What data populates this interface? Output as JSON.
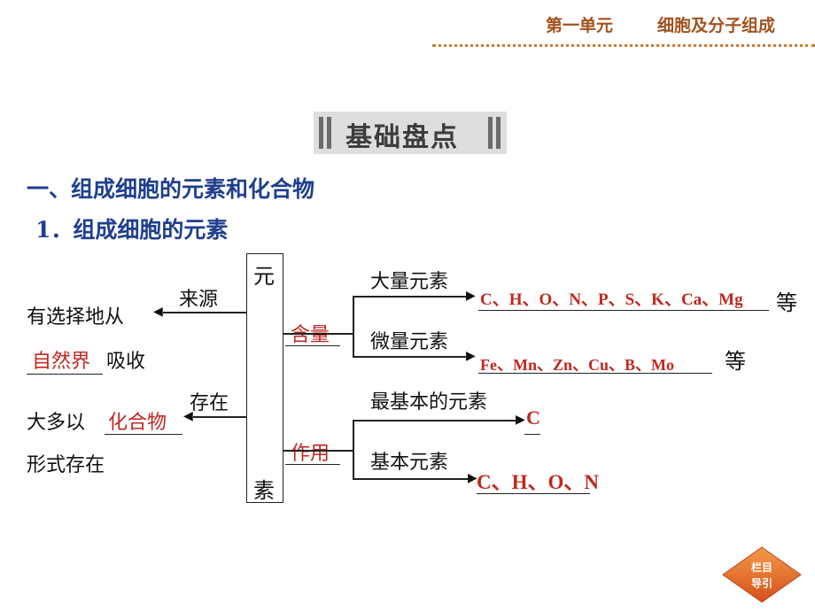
{
  "header": {
    "unit": "第一单元",
    "topic": "细胞及分子组成"
  },
  "banner": {
    "title": "基础盘点"
  },
  "section": {
    "heading": "一、组成细胞的元素和化合物",
    "subheading": "1．组成细胞的元素"
  },
  "diagram": {
    "center_top": "元",
    "center_bottom": "素",
    "left_source_label": "来源",
    "left_source_text1": "有选择地从",
    "left_source_blank": "自然界",
    "left_source_text2": "吸收",
    "left_exist_label": "存在",
    "left_exist_text1": "大多以",
    "left_exist_blank": "化合物",
    "left_exist_text2": "形式存在",
    "content_label": "含量",
    "macro_label": "大量元素",
    "macro_answer": "C、H、O、N、P、S、K、Ca、Mg",
    "macro_suffix": "等",
    "micro_label": "微量元素",
    "micro_answer": "Fe、Mn、Zn、Cu、B、Mo",
    "micro_suffix": "等",
    "function_label": "作用",
    "most_basic_label": "最基本的元素",
    "most_basic_answer": "C",
    "basic_label": "基本元素",
    "basic_answer": "C、H、O、N"
  },
  "nav": {
    "line1": "栏目",
    "line2": "导引"
  },
  "colors": {
    "heading": "#1f3f8e",
    "answer": "#c0281f",
    "header": "#a0521d",
    "nav": "#e0651e"
  }
}
